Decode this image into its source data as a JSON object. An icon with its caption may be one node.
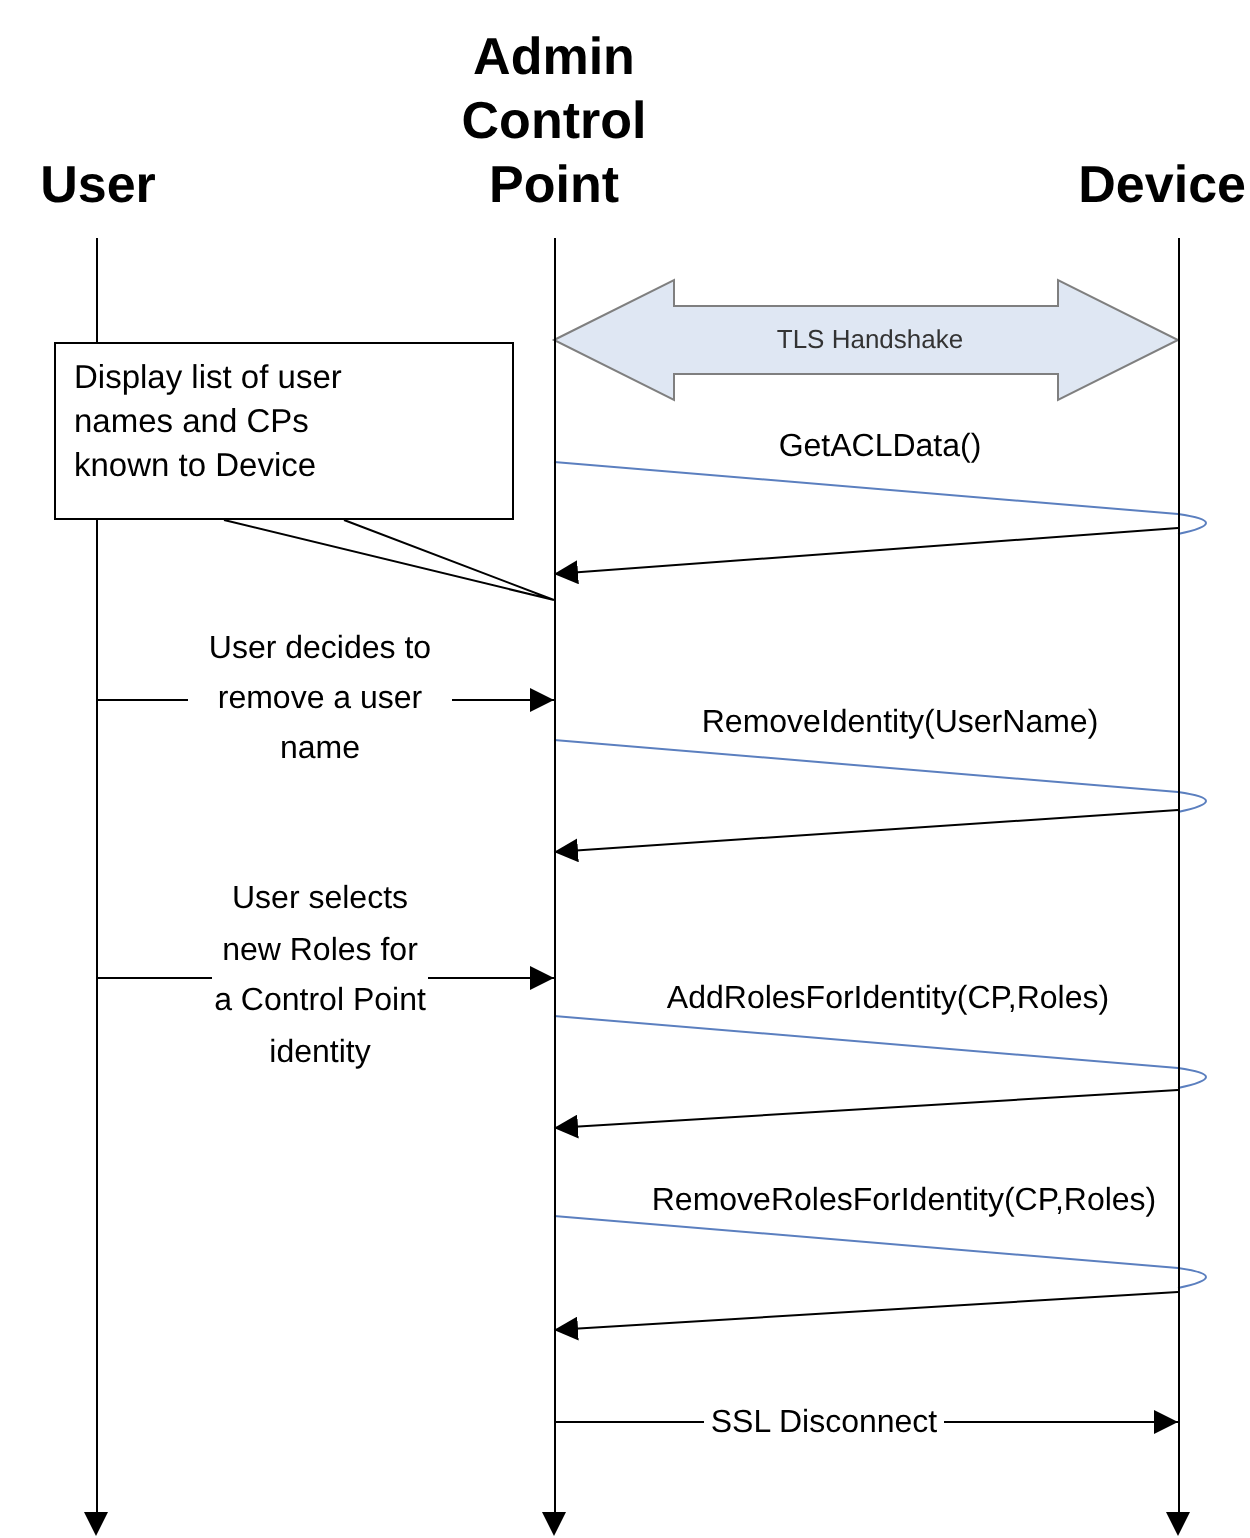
{
  "diagram": {
    "nodes": [
      {
        "text": [
          "User"
        ]
      },
      {
        "text": [
          "Admin Control Point"
        ]
      },
      {
        "text": [
          "Device"
        ]
      },
      {
        "text": [
          "Display list of user names and CPs known to Device"
        ]
      },
      {
        "text": [],
        "shape": "bar"
      },
      {
        "text": [],
        "shape": "bar"
      },
      {
        "text": [],
        "shape": "bar"
      }
    ],
    "edges": [
      {
        "from": 5,
        "to": 6,
        "arrow": "both",
        "label": "TLS Handshake",
        "style": "thick"
      },
      {
        "from": 3,
        "to": 5,
        "arrow": "none"
      },
      {
        "from": 5,
        "to": 6,
        "arrow": "none",
        "label": "GetACLData()",
        "color": "#5b7fbf"
      },
      {
        "from": 6,
        "to": 5,
        "arrow": "to"
      },
      {
        "from": 4,
        "to": 5,
        "arrow": "to",
        "label": "User decides to remove a user name"
      },
      {
        "from": 5,
        "to": 6,
        "arrow": "none",
        "label": "RemoveIdentity(UserName)",
        "color": "#5b7fbf"
      },
      {
        "from": 6,
        "to": 5,
        "arrow": "to"
      },
      {
        "from": 4,
        "to": 5,
        "arrow": "to",
        "label": "User selects new Roles for a Control Point identity"
      },
      {
        "from": 5,
        "to": 6,
        "arrow": "none",
        "label": "AddRolesForIdentity(CP,Roles)",
        "color": "#5b7fbf"
      },
      {
        "from": 6,
        "to": 5,
        "arrow": "to"
      },
      {
        "from": 5,
        "to": 6,
        "arrow": "none",
        "label": "RemoveRolesForIdentity(CP,Roles)",
        "color": "#5b7fbf"
      },
      {
        "from": 6,
        "to": 5,
        "arrow": "to"
      },
      {
        "from": 5,
        "to": 6,
        "arrow": "to",
        "label": "SSL Disconnect"
      }
    ]
  }
}
